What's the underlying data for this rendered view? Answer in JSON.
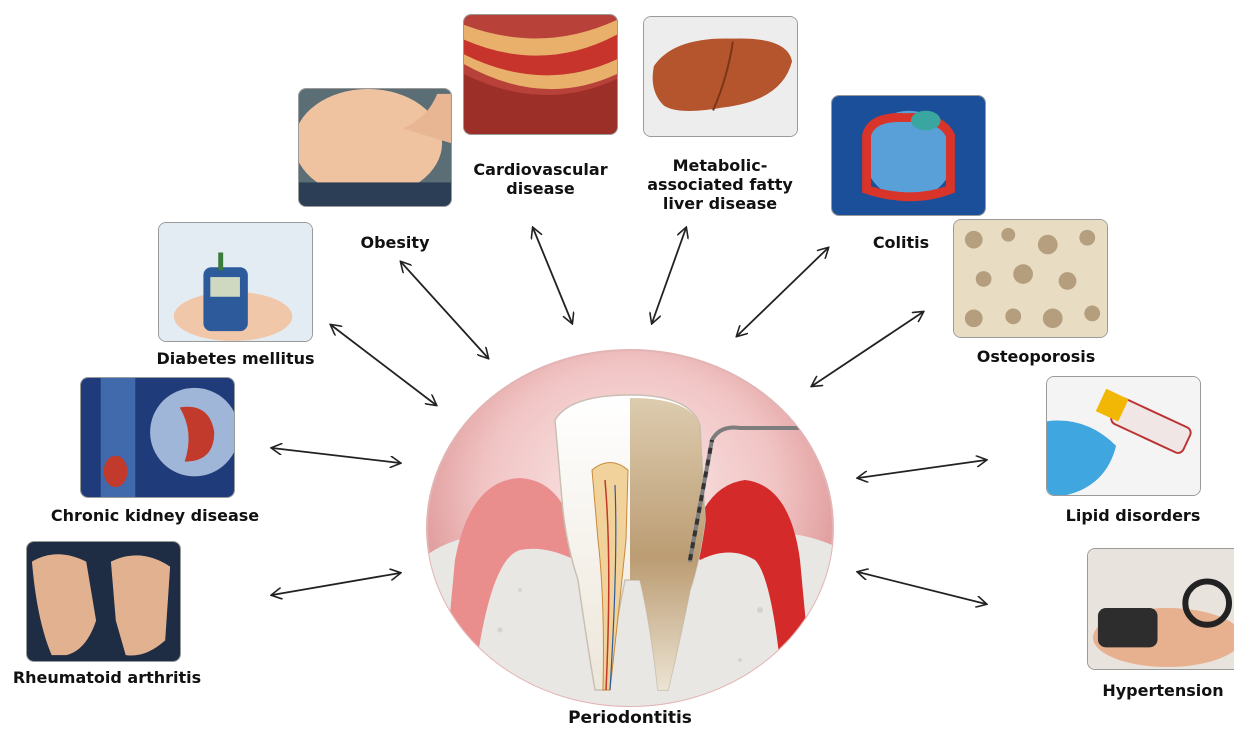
{
  "center": {
    "label": "Periodontitis"
  },
  "conditions": [
    {
      "id": "cardiovascular",
      "label_lines": [
        "Cardiovascular",
        "disease"
      ],
      "icon": "artery-plaque-icon"
    },
    {
      "id": "mafld",
      "label_lines": [
        "Metabolic-",
        "associated fatty",
        "liver disease"
      ],
      "icon": "liver-icon"
    },
    {
      "id": "obesity",
      "label_lines": [
        "Obesity"
      ],
      "icon": "abdomen-icon"
    },
    {
      "id": "colitis",
      "label_lines": [
        "Colitis"
      ],
      "icon": "intestine-icon"
    },
    {
      "id": "diabetes",
      "label_lines": [
        "Diabetes mellitus"
      ],
      "icon": "glucose-meter-icon"
    },
    {
      "id": "osteoporosis",
      "label_lines": [
        "Osteoporosis"
      ],
      "icon": "bone-texture-icon"
    },
    {
      "id": "ckd",
      "label_lines": [
        "Chronic kidney disease"
      ],
      "icon": "kidney-icon"
    },
    {
      "id": "lipid",
      "label_lines": [
        "Lipid disorders"
      ],
      "icon": "blood-tube-icon"
    },
    {
      "id": "ra",
      "label_lines": [
        "Rheumatoid arthritis"
      ],
      "icon": "hands-icon"
    },
    {
      "id": "hypertension",
      "label_lines": [
        "Hypertension"
      ],
      "icon": "blood-pressure-cuff-icon"
    }
  ],
  "colors": {
    "gum": "#d42a2a",
    "background_glow": "#e8a0a0",
    "arrow": "#222222"
  }
}
